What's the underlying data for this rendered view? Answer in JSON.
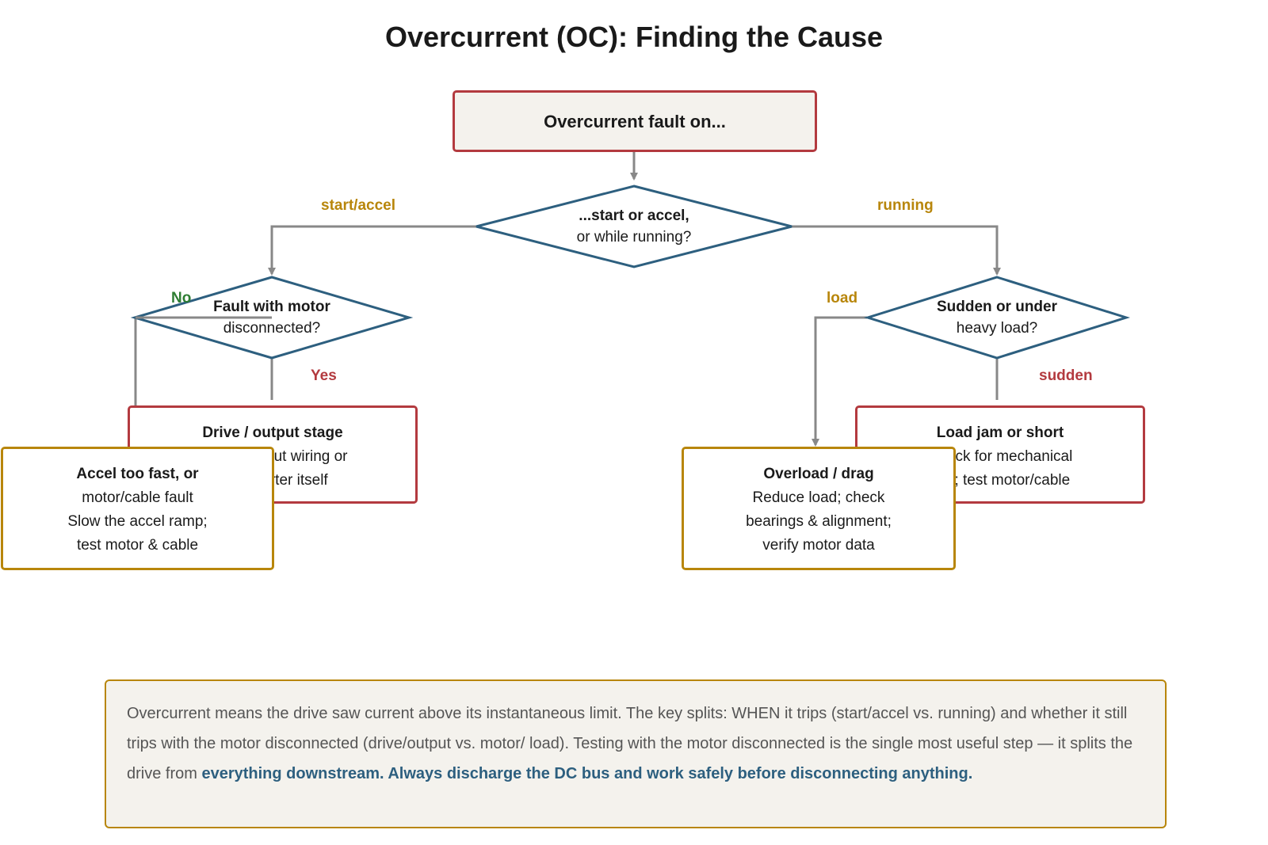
{
  "title": "Overcurrent (OC): Finding the Cause",
  "colors": {
    "diamond_stroke": "#2d5f7f",
    "red": "#b33a3f",
    "gold": "#b8860b",
    "green": "#2e7d32",
    "connector": "#888888",
    "note_bg": "#f4f2ed",
    "note_emphasis": "#2d5f7f"
  },
  "start": {
    "label": "Overcurrent fault on..."
  },
  "decision_main": {
    "line1": "...start or accel,",
    "line2": "or while running?"
  },
  "decision_left": {
    "line1": "Fault with motor",
    "line2": "disconnected?"
  },
  "decision_right": {
    "line1": "Sudden or under",
    "line2": "heavy load?"
  },
  "edge_labels": {
    "start_accel": "start/accel",
    "running": "running",
    "no": "No",
    "yes": "Yes",
    "load": "load",
    "sudden": "sudden"
  },
  "outcomes": {
    "drive_output": {
      "title": "Drive / output stage",
      "line1": "Check output wiring or",
      "line2": "the inverter itself"
    },
    "accel_fast": {
      "title": "Accel too fast, or",
      "line1": "motor/cable fault",
      "line2": "Slow the accel ramp;",
      "line3": "test motor & cable"
    },
    "load_jam": {
      "title": "Load jam or short",
      "line1": "Check for mechanical",
      "line2": "jam; test motor/cable"
    },
    "overload": {
      "title": "Overload / drag",
      "line1": "Reduce load; check",
      "line2": "bearings & alignment;",
      "line3": "verify motor data"
    }
  },
  "note": {
    "text": "Overcurrent means the drive saw current above its instantaneous limit. The key splits: WHEN it trips (start/accel vs. running) and whether it still trips with the motor disconnected (drive/output vs. motor/ load). Testing with the motor disconnected is the single most useful step — it splits the drive from",
    "emphasis": "everything downstream. Always discharge the DC bus and work safely before disconnecting anything."
  }
}
